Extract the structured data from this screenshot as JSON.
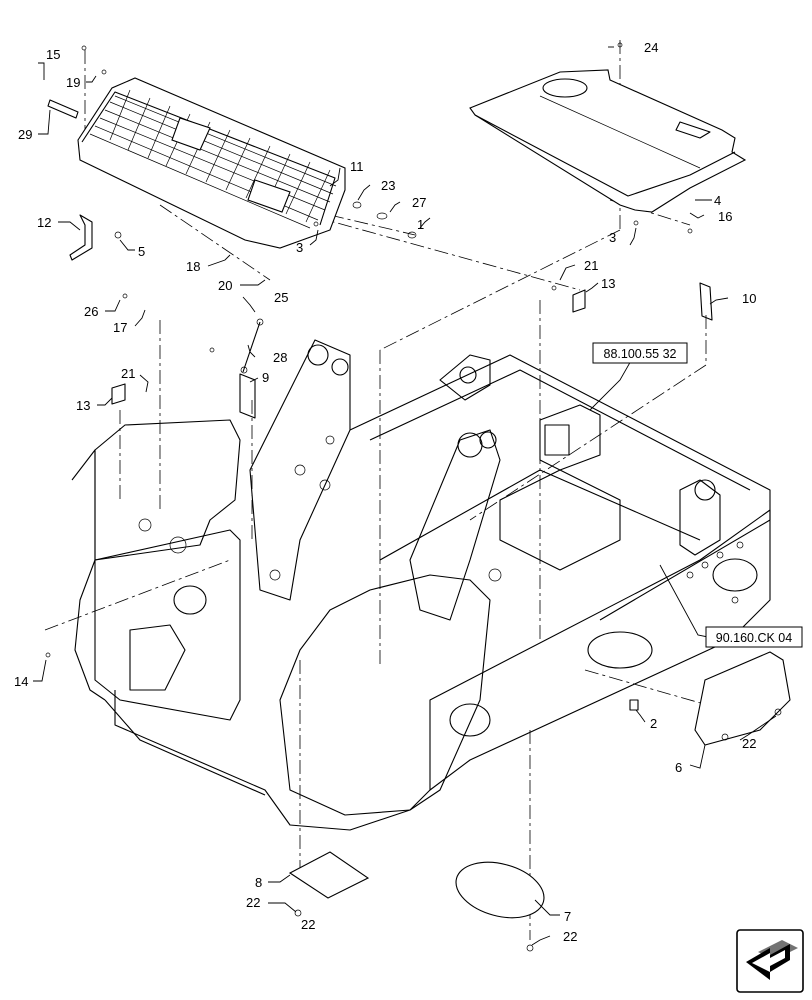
{
  "diagram": {
    "references": [
      "88.100.55 32",
      "90.160.CK 04"
    ],
    "callouts": [
      "1",
      "2",
      "3",
      "3",
      "4",
      "5",
      "6",
      "7",
      "8",
      "9",
      "10",
      "11",
      "12",
      "13",
      "13",
      "14",
      "15",
      "16",
      "17",
      "18",
      "19",
      "20",
      "21",
      "21",
      "22",
      "22",
      "22",
      "22",
      "23",
      "24",
      "25",
      "26",
      "27",
      "28",
      "29"
    ],
    "nav_icon": "next-page-arrow-icon"
  }
}
